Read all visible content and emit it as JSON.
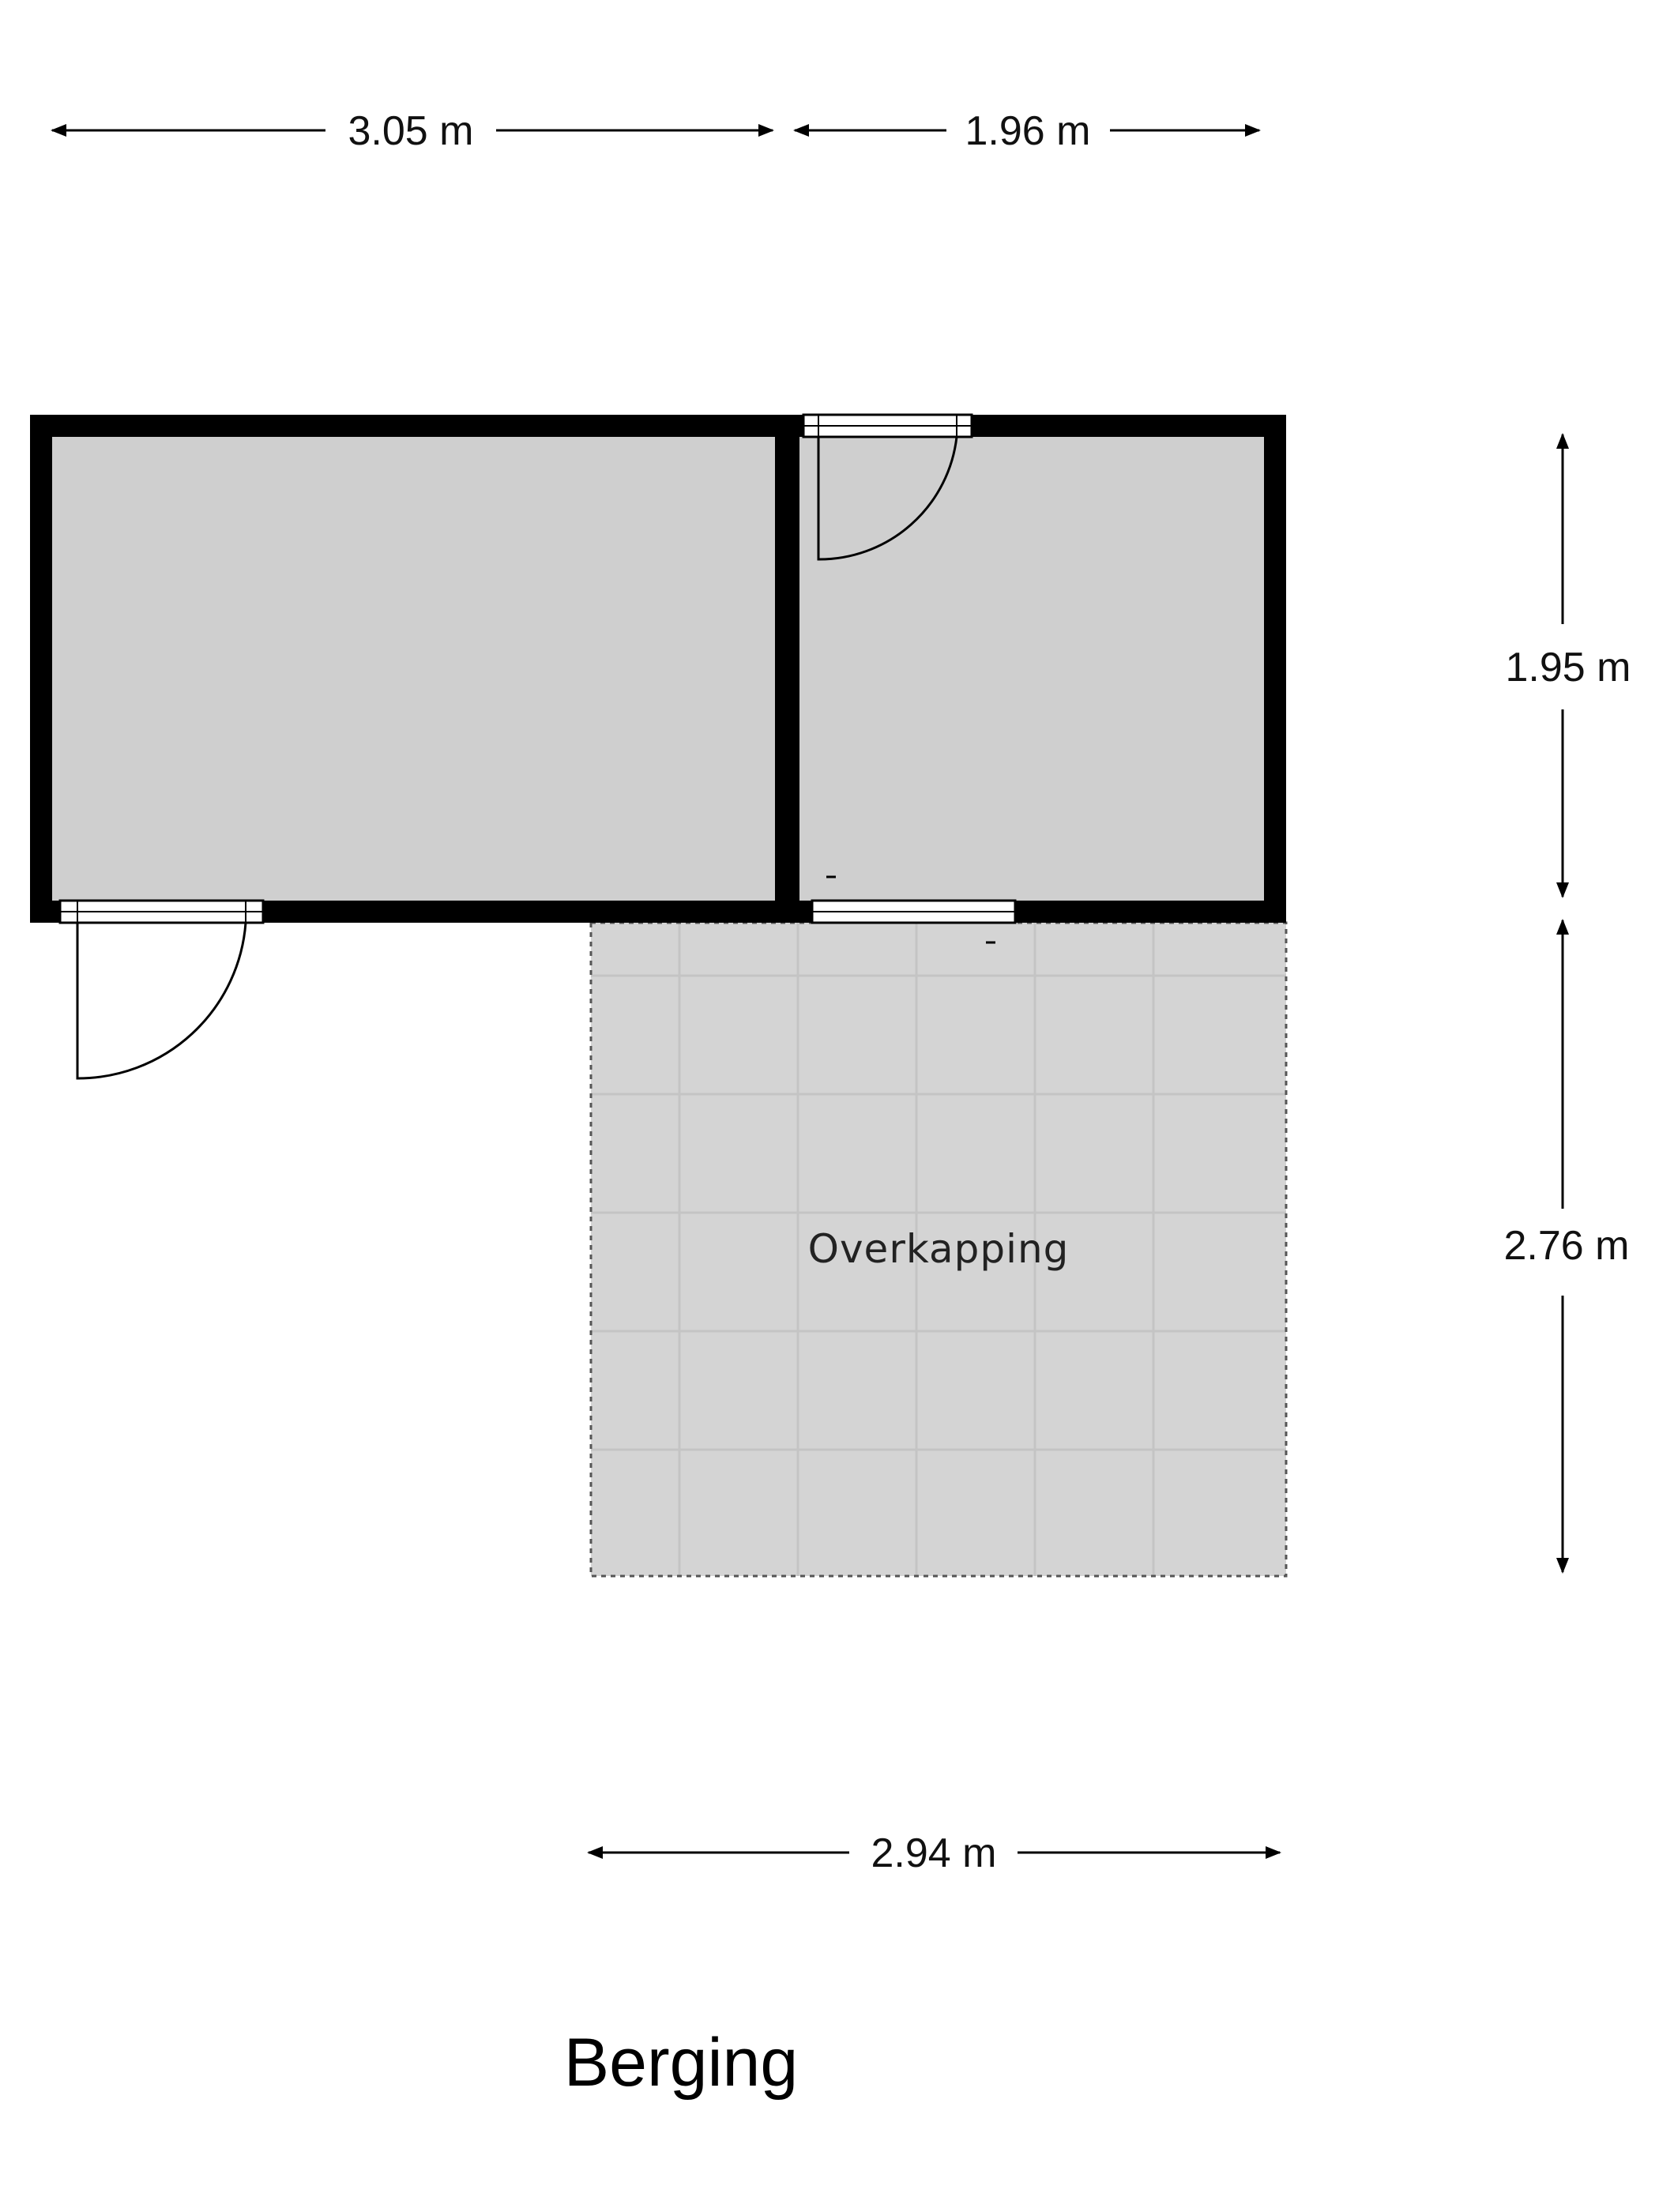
{
  "plan": {
    "title": "Berging",
    "rooms": [
      {
        "label": ""
      },
      {
        "label": ""
      },
      {
        "label": "Overkapping"
      }
    ],
    "dimensions": {
      "top_left": "3.05 m",
      "top_right": "1.96 m",
      "right_upper": "1.95 m",
      "right_lower": "2.76 m",
      "bottom": "2.94 m"
    }
  },
  "colors": {
    "wall": "#000000",
    "room_fill": "#cfcfcf",
    "canopy_fill": "#d4d4d4",
    "canopy_tile_line": "#c6c6c6",
    "background": "#ffffff"
  },
  "icons": [
    "arrow-left-icon",
    "arrow-right-icon",
    "arrow-up-icon",
    "arrow-down-icon",
    "door-swing-icon"
  ]
}
